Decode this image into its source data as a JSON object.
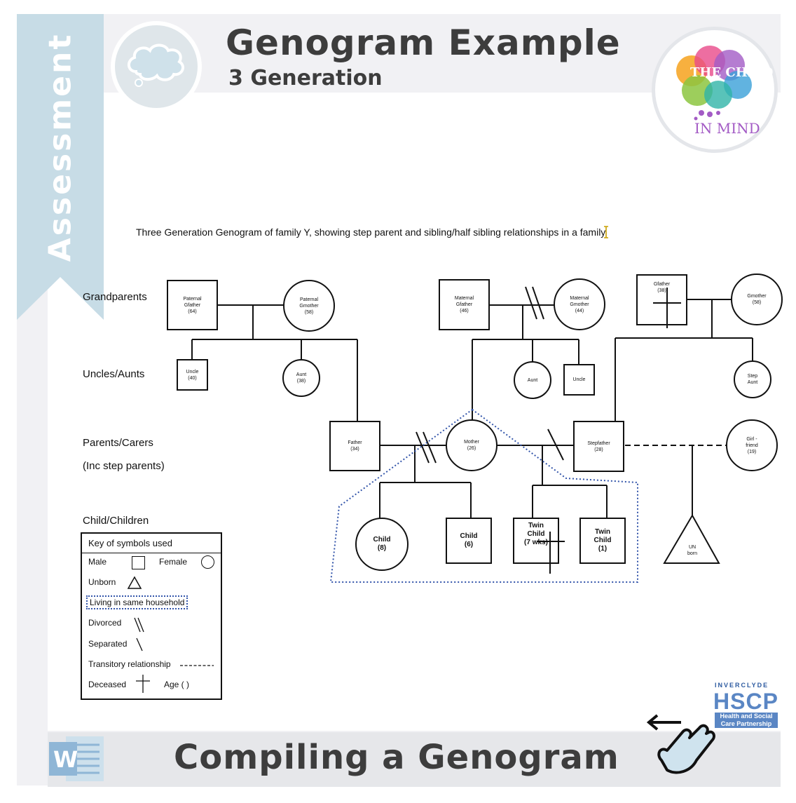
{
  "header": {
    "banner_label": "Assessment",
    "title": "Genogram Example",
    "subtitle": "3 Generation",
    "logo": {
      "line1": "THE CHILD",
      "line2": "IN MIND"
    }
  },
  "caption": "Three Generation Genogram of family Y, showing step parent and sibling/half sibling relationships in a family",
  "row_labels": {
    "grandparents": "Grandparents",
    "uncles_aunts": "Uncles/Aunts",
    "parents_carers": "Parents/Carers",
    "inc_step_parents": "(Inc step parents)",
    "children": "Child/Children"
  },
  "nodes": {
    "paternal_gfather": "Paternal\nGfather\n(64)",
    "paternal_gmother": "Paternal\nGmother\n(58)",
    "maternal_gfather": "Maternal\nGfather\n(46)",
    "maternal_gmother": "Maternal\nGmother\n(44)",
    "gfather": "Gfather\n(38)",
    "gmother": "Gmother\n(58)",
    "uncle_40": "Uncle\n(40)",
    "aunt_38": "Aunt\n(38)",
    "aunt": "Aunt",
    "uncle": "Uncle",
    "step_aunt": "Step\nAunt",
    "father": "Father\n(34)",
    "mother": "Mother\n(26)",
    "stepfather": "Stepfather\n(28)",
    "girlfriend": "Girl -\nfriend\n(19)",
    "child_8": "Child\n(8)",
    "child_6": "Child\n(6)",
    "twin_7wks": "Twin\nChild\n(7 wks)",
    "twin_1": "Twin\nChild\n(1)",
    "unborn": "UN\nborn"
  },
  "key": {
    "title": "Key of symbols used",
    "male": "Male",
    "female": "Female",
    "unborn": "Unborn",
    "household": "Living in same household",
    "divorced": "Divorced",
    "separated": "Separated",
    "transitory": "Transitory relationship",
    "deceased": "Deceased",
    "age": "Age ( )"
  },
  "footer": {
    "title": "Compiling a Genogram",
    "word_icon_letter": "W"
  },
  "partner_logo": {
    "top": "INVERCLYDE",
    "main": "HSCP",
    "box": "Health and Social\nCare Partnership"
  },
  "colors": {
    "banner": "#c7dce6",
    "household_outline": "#3355aa",
    "word_icon": "#8fb6d6",
    "hscp": "#5a86c4"
  },
  "icons": [
    "thought-bubble-icon",
    "word-document-icon",
    "swipe-hand-icon",
    "arrow-left-icon"
  ]
}
